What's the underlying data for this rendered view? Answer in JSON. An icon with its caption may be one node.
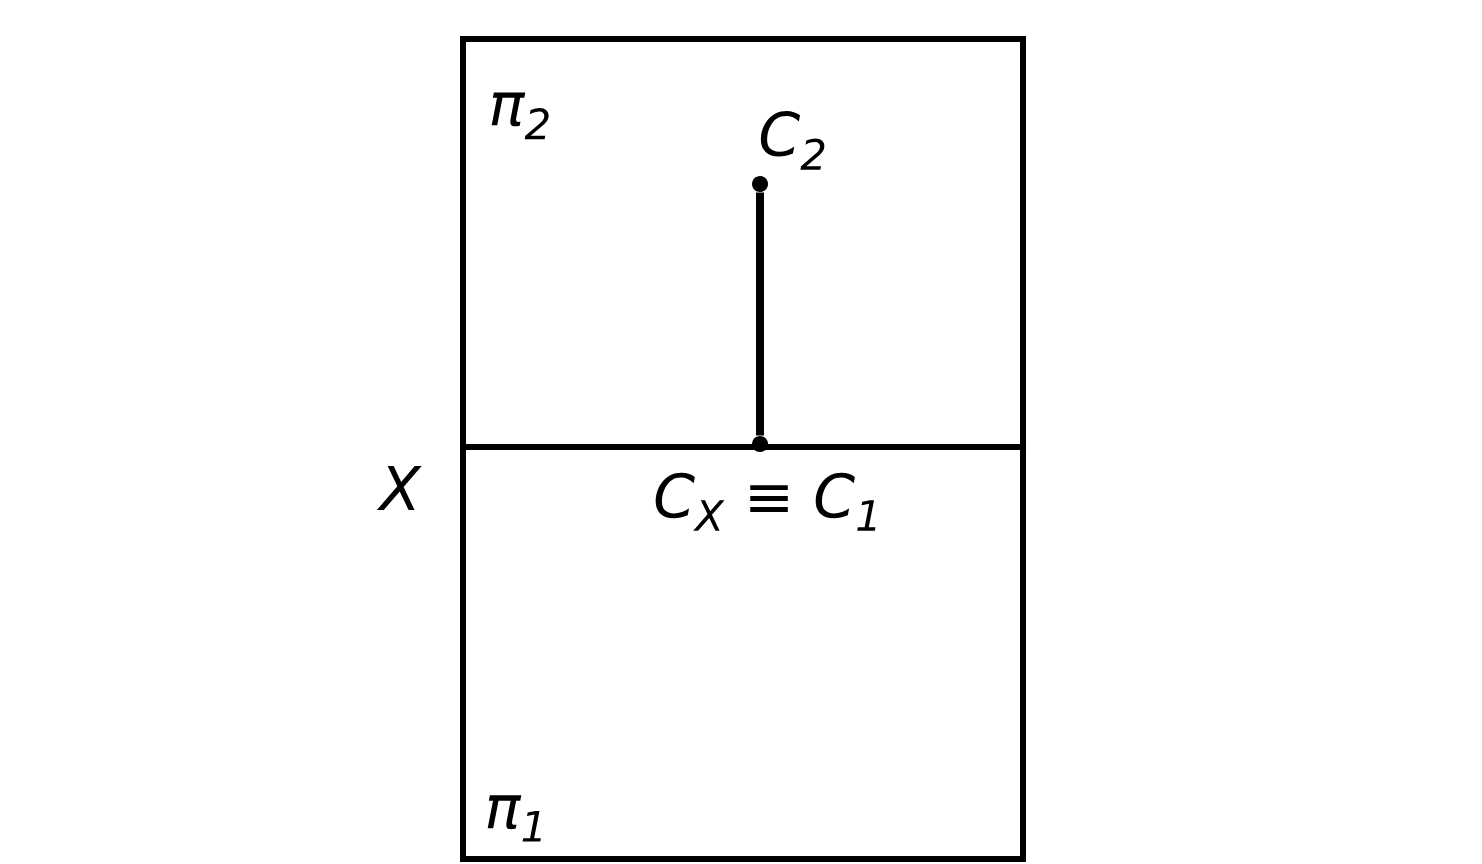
{
  "diagram": {
    "nodes": [
      {
        "text": [
          "π$_{2}$"
        ]
      },
      {
        "text": [
          "π$_{1}$"
        ]
      },
      {
        "text": [
          "C$_{2}$"
        ],
        "in": 0
      },
      {
        "text": [
          "C$_{X}$ ≡ C$_{1}$"
        ]
      }
    ],
    "edges": [
      {
        "from": 2,
        "to": 3,
        "arrow": "none"
      }
    ],
    "labels": [
      "X"
    ]
  }
}
